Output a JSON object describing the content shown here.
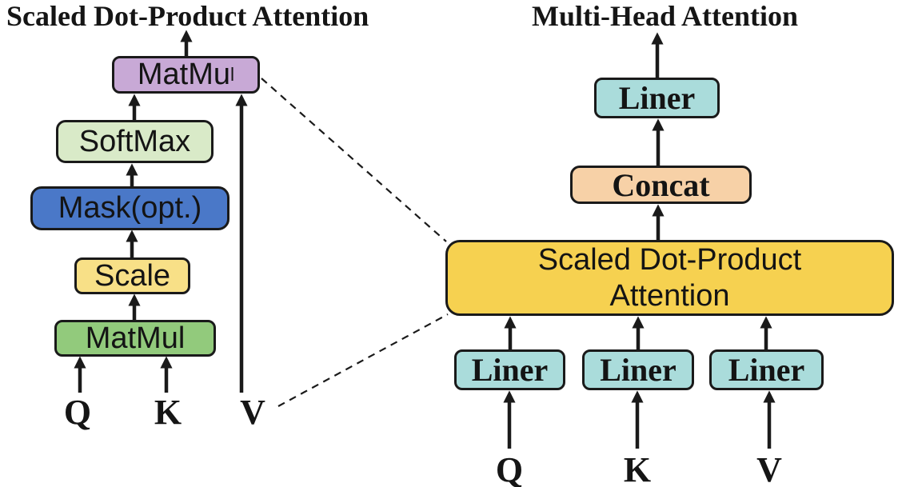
{
  "left": {
    "title": "Scaled Dot-Product Attention",
    "boxes": {
      "matmul_top": {
        "label": "MatMu",
        "label_suffix": "l",
        "fill": "#c8a9d6"
      },
      "softmax": {
        "label": "SoftMax",
        "fill": "#d9eac8"
      },
      "mask": {
        "label": "Mask(opt.)",
        "fill": "#4a78c8"
      },
      "scale": {
        "label": "Scale",
        "fill": "#f8e087"
      },
      "matmul_bottom": {
        "label": "MatMul",
        "fill": "#92ca7c"
      }
    },
    "inputs": {
      "q": "Q",
      "k": "K",
      "v": "V"
    }
  },
  "right": {
    "title": "Multi-Head Attention",
    "boxes": {
      "linear_top": {
        "label": "Liner",
        "fill": "#aadcdb"
      },
      "concat": {
        "label": "Concat",
        "fill": "#f7d1a7"
      },
      "sdpa": {
        "label_line1": "Scaled Dot-Product",
        "label_line2": "Attention",
        "fill": "#f6d150"
      },
      "linear_q": {
        "label": "Liner",
        "fill": "#aadcdb"
      },
      "linear_k": {
        "label": "Liner",
        "fill": "#aadcdb"
      },
      "linear_v": {
        "label": "Liner",
        "fill": "#aadcdb"
      }
    },
    "inputs": {
      "q": "Q",
      "k": "K",
      "v": "V"
    }
  },
  "colors": {
    "background": "#ffffff",
    "border": "#1a1a1a",
    "arrow": "#1a1a1a",
    "text": "#141414"
  }
}
